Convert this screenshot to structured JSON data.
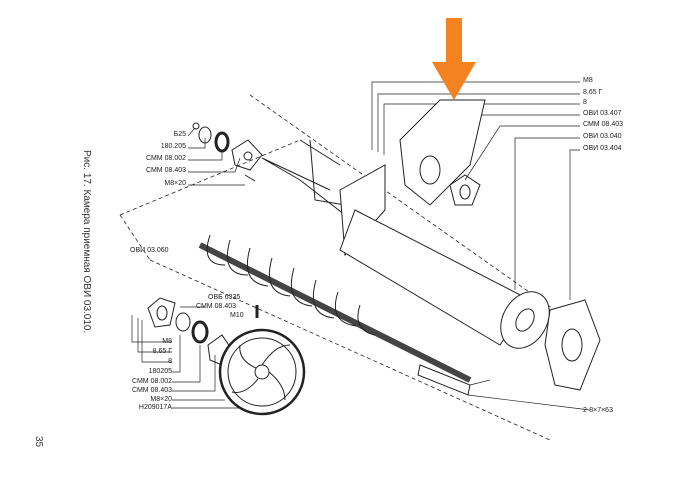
{
  "caption": "Рис. 17. Камера приемная ОВИ 03.010.",
  "page_number": "35",
  "arrow_color": "#f58220",
  "labels_right": [
    "М8",
    "8.65 Г",
    "8",
    "ОВИ 03.407",
    "СММ 08.403",
    "ОВИ 03.040",
    "ОВИ 03.404"
  ],
  "labels_top_left": [
    "Б25",
    "180.205",
    "СММ 08.002",
    "СММ 08.403",
    "М8×20"
  ],
  "label_auger": "ОВИ 03.060",
  "labels_bottom": {
    "bolt": "ОВБ 6335",
    "flange": "СММ 08.403",
    "nut": "М10",
    "list": [
      "М8",
      "8.65 Г",
      "8",
      "180205",
      "СММ 08.002",
      "СММ 08.403",
      "М8×20",
      "Н209017А"
    ]
  },
  "label_key": "2-8×7×63"
}
